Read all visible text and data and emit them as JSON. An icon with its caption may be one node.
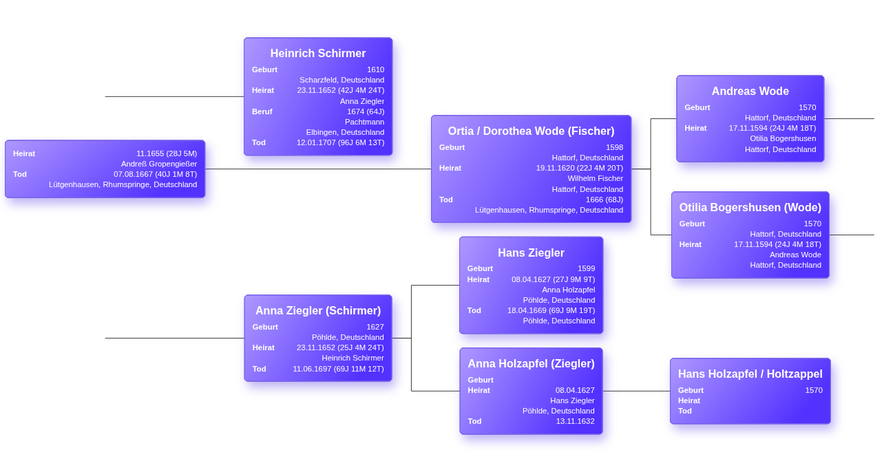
{
  "diagram": {
    "nodes": [
      {
        "text": [
          "Heirat",
          "11.1655 (28J 5M)",
          "Andreß Gropengießer",
          "Tod",
          "07.08.1667 (40J 1M 8T)",
          "Lütgenhausen, Rhumspringe, Deutschland"
        ]
      },
      {
        "text": [
          "Heinrich Schirmer",
          "Geburt",
          "1610",
          "Scharzfeld, Deutschland",
          "Heirat",
          "23.11.1652 (42J 4M 24T)",
          "Anna Ziegler",
          "Beruf",
          "1674 (64J)",
          "Pachtmann",
          "Elbingen, Deutschland",
          "Tod",
          "12.01.1707 (96J 6M 13T)"
        ]
      },
      {
        "text": [
          "Anna Ziegler (Schirmer)",
          "Geburt",
          "1627",
          "Pöhlde, Deutschland",
          "Heirat",
          "23.11.1652 (25J 4M 24T)",
          "Heinrich Schirmer",
          "Tod",
          "11.06.1697 (69J 11M 12T)"
        ]
      },
      {
        "text": [
          "Ortia / Dorothea Wode (Fischer)",
          "Geburt",
          "1598",
          "Hattorf, Deutschland",
          "Heirat",
          "19.11.1620 (22J 4M 20T)",
          "Wilhelm Fischer",
          "Hattorf, Deutschland",
          "Tod",
          "1666 (68J)",
          "Lütgenhausen, Rhumspringe, Deutschland"
        ]
      },
      {
        "text": [
          "Hans Ziegler",
          "Geburt",
          "1599",
          "Heirat",
          "08.04.1627 (27J 9M 9T)",
          "Anna Holzapfel",
          "Pöhlde, Deutschland",
          "Tod",
          "18.04.1669 (69J 9M 19T)",
          "Pöhlde, Deutschland"
        ]
      },
      {
        "text": [
          "Anna Holzapfel (Ziegler)",
          "Geburt",
          "Heirat",
          "08.04.1627",
          "Hans Ziegler",
          "Pöhlde, Deutschland",
          "Tod",
          "13.11.1632"
        ]
      },
      {
        "text": [
          "Andreas Wode",
          "Geburt",
          "1570",
          "Hattorf, Deutschland",
          "Heirat",
          "17.11.1594 (24J 4M 18T)",
          "Otilia Bogershusen",
          "Hattorf, Deutschland"
        ]
      },
      {
        "text": [
          "Otilia Bogershusen (Wode)",
          "Geburt",
          "1570",
          "Hattorf, Deutschland",
          "Heirat",
          "17.11.1594 (24J 4M 18T)",
          "Andreas Wode",
          "Hattorf, Deutschland"
        ]
      },
      {
        "text": [
          "Hans Holzapfel / Holtzappel",
          "Geburt",
          "1570",
          "Heirat",
          "Tod"
        ]
      }
    ],
    "edges": [
      {
        "from": 0,
        "to": 3,
        "arrow": "none"
      },
      {
        "from": null,
        "to": 1,
        "arrow": "none"
      },
      {
        "from": null,
        "to": 2,
        "arrow": "none"
      },
      {
        "from": 2,
        "to": 4,
        "arrow": "none"
      },
      {
        "from": 2,
        "to": 5,
        "arrow": "none"
      },
      {
        "from": 3,
        "to": 6,
        "arrow": "none"
      },
      {
        "from": 3,
        "to": 7,
        "arrow": "none"
      },
      {
        "from": 5,
        "to": 8,
        "arrow": "none"
      },
      {
        "from": 6,
        "to": null,
        "arrow": "none"
      },
      {
        "from": 7,
        "to": null,
        "arrow": "none"
      }
    ]
  }
}
